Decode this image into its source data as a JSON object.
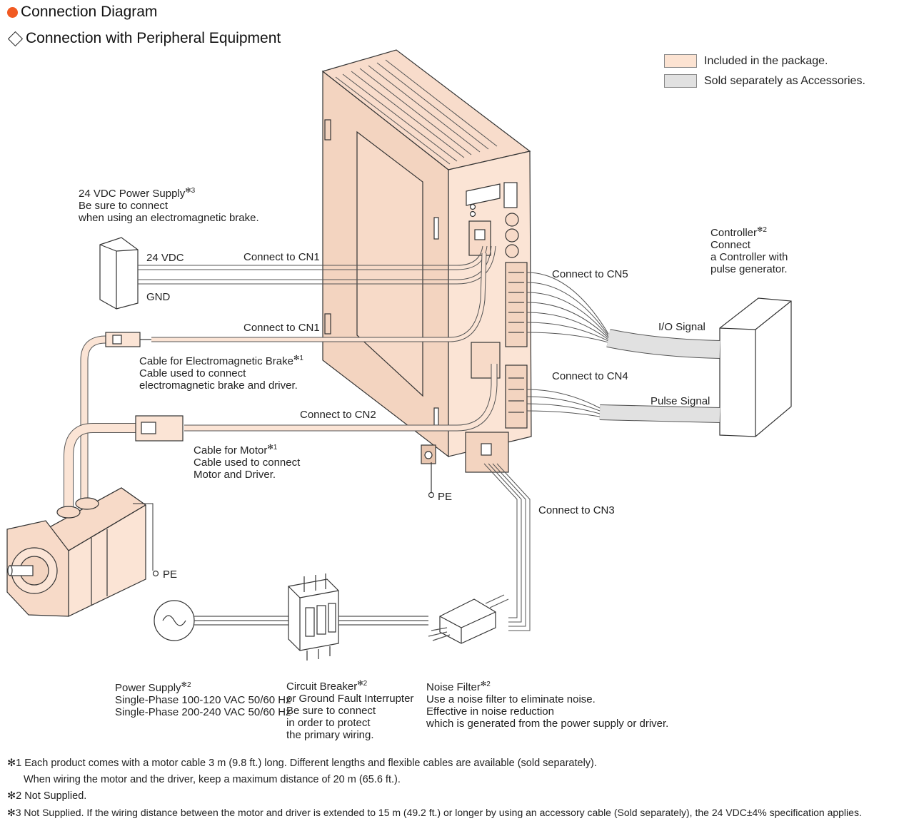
{
  "header": {
    "title": "Connection Diagram",
    "subtitle": "Connection with Peripheral Equipment"
  },
  "legend": {
    "included": "Included in the package.",
    "accessories": "Sold separately as Accessories.",
    "included_color": "#fce3d2",
    "accessories_color": "#e1e1e1"
  },
  "colors": {
    "accent": "#f15a22",
    "driver_fill": "#fbe4d5",
    "cable_fill": "#fbe4d5",
    "accessory_fill": "#e1e1e1"
  },
  "labels": {
    "psu24_title": "24 VDC Power Supply",
    "psu24_note": "✻3",
    "psu24_line2": "Be sure to connect",
    "psu24_line3": "when using an electromagnetic brake.",
    "vdc24": "24 VDC",
    "gnd": "GND",
    "cn1_a": "Connect to CN1",
    "cn1_b": "Connect to CN1",
    "cn2": "Connect to CN2",
    "cn3": "Connect to CN3",
    "cn4": "Connect to CN4",
    "cn5": "Connect to CN5",
    "brake_cable_title": "Cable for Electromagnetic Brake",
    "brake_cable_note": "✻1",
    "brake_cable_line2": "Cable used to connect",
    "brake_cable_line3": "electromagnetic brake and driver.",
    "motor_cable_title": "Cable for Motor",
    "motor_cable_note": "✻1",
    "motor_cable_line2": "Cable used to connect",
    "motor_cable_line3": "Motor and Driver.",
    "controller_title": "Controller",
    "controller_note": "✻2",
    "controller_line2": "Connect",
    "controller_line3": "a Controller with",
    "controller_line4": "pulse generator.",
    "io_signal": "I/O Signal",
    "pulse_signal": "Pulse Signal",
    "pe_driver": "PE",
    "pe_motor": "PE",
    "power_supply_title": "Power Supply",
    "power_supply_note": "✻2",
    "power_supply_line2": "Single-Phase 100-120 VAC 50/60 Hz",
    "power_supply_line3": "Single-Phase 200-240 VAC 50/60 Hz",
    "breaker_title": "Circuit Breaker",
    "breaker_note": "✻2",
    "breaker_line2": "or Ground Fault Interrupter",
    "breaker_line3": "Be sure to connect",
    "breaker_line4": "in order to protect",
    "breaker_line5": "the primary wiring.",
    "filter_title": "Noise Filter",
    "filter_note": "✻2",
    "filter_line2": "Use a noise filter to eliminate noise.",
    "filter_line3": "Effective in noise reduction",
    "filter_line4": "which is generated from the power supply or driver."
  },
  "footnotes": {
    "n1_line1": "✻1 Each product comes with a motor cable 3 m (9.8 ft.) long. Different lengths and flexible cables are available (sold separately).",
    "n1_line2": "When wiring the motor and the driver, keep a maximum distance of 20 m (65.6 ft.).",
    "n2": "✻2 Not Supplied.",
    "n3": "✻3 Not Supplied. If the wiring distance between the motor and driver is extended to 15 m (49.2 ft.) or longer by using an accessory cable (Sold separately), the 24 VDC±4% specification applies."
  }
}
